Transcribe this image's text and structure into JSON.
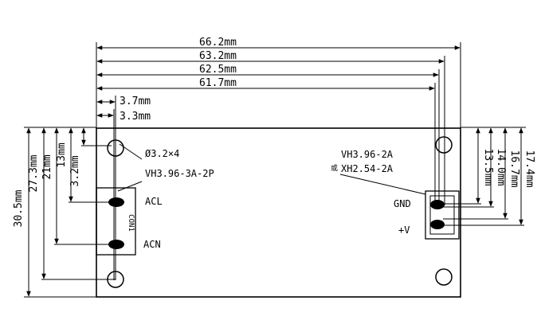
{
  "dimensions": {
    "width_overall": "66.2mm",
    "width_2": "63.2mm",
    "width_3": "62.5mm",
    "width_4": "61.7mm",
    "hole_x_1": "3.7mm",
    "hole_x_2": "3.3mm",
    "height_overall": "30.5mm",
    "height_2": "27.3mm",
    "height_3": "21mm",
    "height_4": "13mm",
    "height_5": "3.2mm",
    "right_1": "13.5mm",
    "right_2": "14.0mm",
    "right_3": "16.7mm",
    "right_4": "17.4mm"
  },
  "labels": {
    "hole_spec": "Ø3.2×4",
    "left_connector": "VH3.96-3A-2P",
    "con1": "CON1",
    "acl": "ACL",
    "acn": "ACN",
    "right_connector_1": "VH3.96-2A",
    "or_prefix": "或",
    "right_connector_2": "XH2.54-2A",
    "gnd": "GND",
    "plus_v": "+V"
  }
}
